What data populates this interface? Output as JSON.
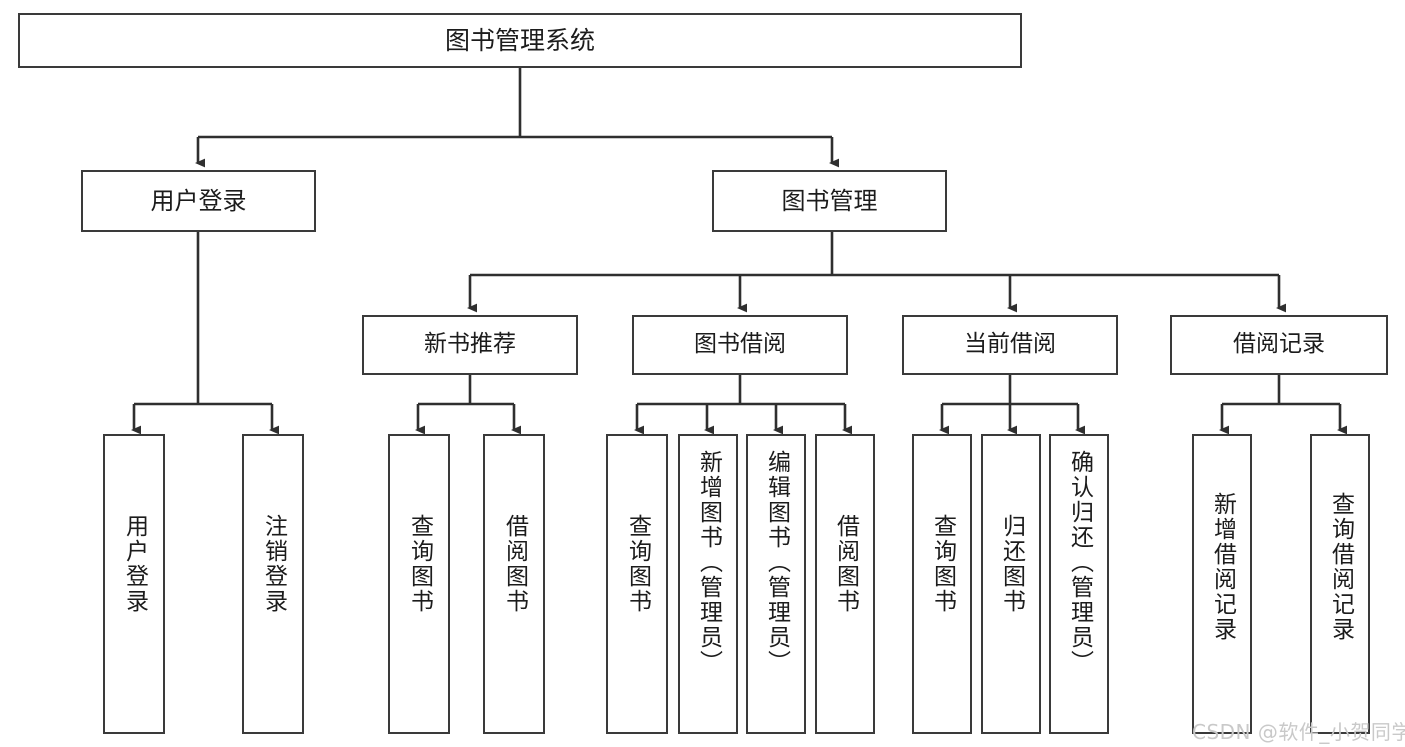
{
  "diagram": {
    "title": "图书管理系统",
    "type": "tree-hierarchy",
    "watermark": "CSDN @软件_小贺同学",
    "colors": {
      "stroke": "#3a3a3a",
      "fill": "#ffffff",
      "text": "#1c1c1c",
      "watermark": "#c9c9c9"
    },
    "nodes": {
      "root": {
        "label": "图书管理系统"
      },
      "level2": [
        {
          "id": "user-login",
          "label": "用户登录"
        },
        {
          "id": "book-manage",
          "label": "图书管理"
        }
      ],
      "level3": [
        {
          "id": "new-book-recommend",
          "label": "新书推荐"
        },
        {
          "id": "book-borrow",
          "label": "图书借阅"
        },
        {
          "id": "current-borrow",
          "label": "当前借阅"
        },
        {
          "id": "borrow-record",
          "label": "借阅记录"
        }
      ],
      "leaves": [
        {
          "id": "leaf-user-login",
          "label": "用户登录",
          "parent": "user-login"
        },
        {
          "id": "leaf-user-logout",
          "label": "注销登录",
          "parent": "user-login"
        },
        {
          "id": "leaf-query-book-1",
          "label": "查询图书",
          "parent": "new-book-recommend"
        },
        {
          "id": "leaf-borrow-book-1",
          "label": "借阅图书",
          "parent": "new-book-recommend"
        },
        {
          "id": "leaf-query-book-2",
          "label": "查询图书",
          "parent": "book-borrow"
        },
        {
          "id": "leaf-add-book-admin",
          "label": "新增图书（管理员）",
          "parent": "book-borrow"
        },
        {
          "id": "leaf-edit-book-admin",
          "label": "编辑图书（管理员）",
          "parent": "book-borrow"
        },
        {
          "id": "leaf-borrow-book-2",
          "label": "借阅图书",
          "parent": "book-borrow"
        },
        {
          "id": "leaf-query-book-3",
          "label": "查询图书",
          "parent": "current-borrow"
        },
        {
          "id": "leaf-return-book",
          "label": "归还图书",
          "parent": "current-borrow"
        },
        {
          "id": "leaf-confirm-return-admin",
          "label": "确认归还（管理员）",
          "parent": "current-borrow"
        },
        {
          "id": "leaf-add-borrow-record",
          "label": "新增借阅记录",
          "parent": "borrow-record"
        },
        {
          "id": "leaf-query-borrow-record",
          "label": "查询借阅记录",
          "parent": "borrow-record"
        }
      ]
    }
  }
}
